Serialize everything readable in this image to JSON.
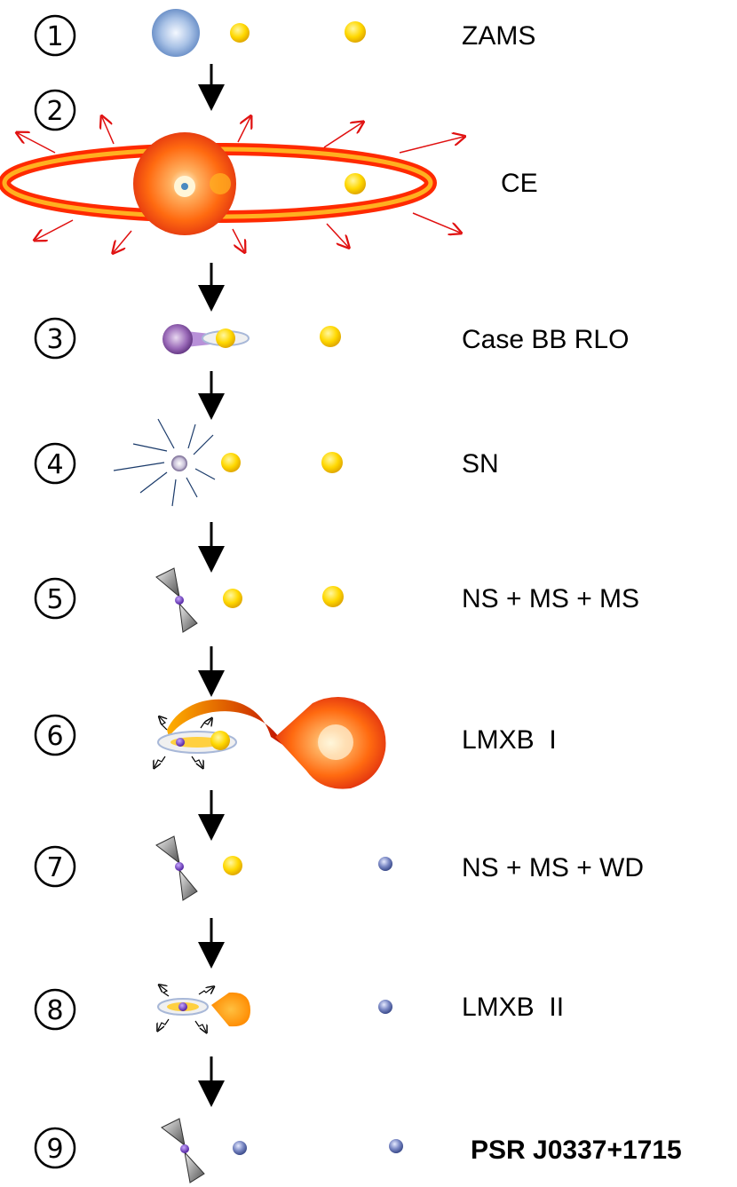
{
  "stages": [
    {
      "num": "1",
      "label": "ZAMS"
    },
    {
      "num": "2",
      "label": "CE"
    },
    {
      "num": "3",
      "label": "Case BB RLO"
    },
    {
      "num": "4",
      "label": "SN"
    },
    {
      "num": "5",
      "label": "NS + MS + MS"
    },
    {
      "num": "6",
      "label": "LMXB  I"
    },
    {
      "num": "7",
      "label": "NS + MS + WD"
    },
    {
      "num": "8",
      "label": "LMXB  II"
    },
    {
      "num": "9",
      "label": "PSR J0337+1715"
    }
  ],
  "colors": {
    "ms_star": "#f5d000",
    "wd": "#5a6aa8",
    "ns": "#6a3ab0",
    "giant": "#f05010",
    "envelope": "#ff2000",
    "ejecta_arrow": "#e01010",
    "zams_primary": "#7fa0d0"
  }
}
